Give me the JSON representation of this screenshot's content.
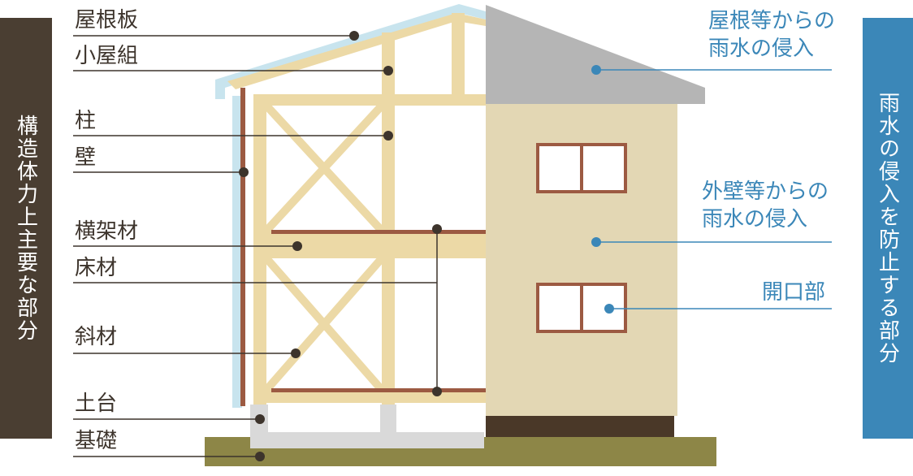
{
  "left_panel": {
    "title": "構造体力上主要な部分"
  },
  "right_panel": {
    "title": "雨水の侵入を防止する部分"
  },
  "structure_labels": [
    {
      "text": "屋根板"
    },
    {
      "text": "小屋組"
    },
    {
      "text": "柱"
    },
    {
      "text": "壁"
    },
    {
      "text": "横架材"
    },
    {
      "text": "床材"
    },
    {
      "text": "斜材"
    },
    {
      "text": "土台"
    },
    {
      "text": "基礎"
    }
  ],
  "water_labels": [
    {
      "line1": "屋根等からの",
      "line2": "雨水の侵入"
    },
    {
      "line1": "外壁等からの",
      "line2": "雨水の侵入"
    },
    {
      "line1": "開口部",
      "line2": ""
    }
  ],
  "colors": {
    "left_bar": "#4a3e32",
    "right_bar": "#3b87b8",
    "label_text": "#3d342c",
    "water_text": "#3b87b8",
    "timber": "#ecd9a6",
    "beam": "#9c5a42",
    "roof_board": "#c8e4ee",
    "roof_grey": "#b5b5b5",
    "wall": "#e3d7b4",
    "ground": "#8d8647",
    "foundation": "#d9d9d9",
    "base_band": "#4a3828"
  }
}
